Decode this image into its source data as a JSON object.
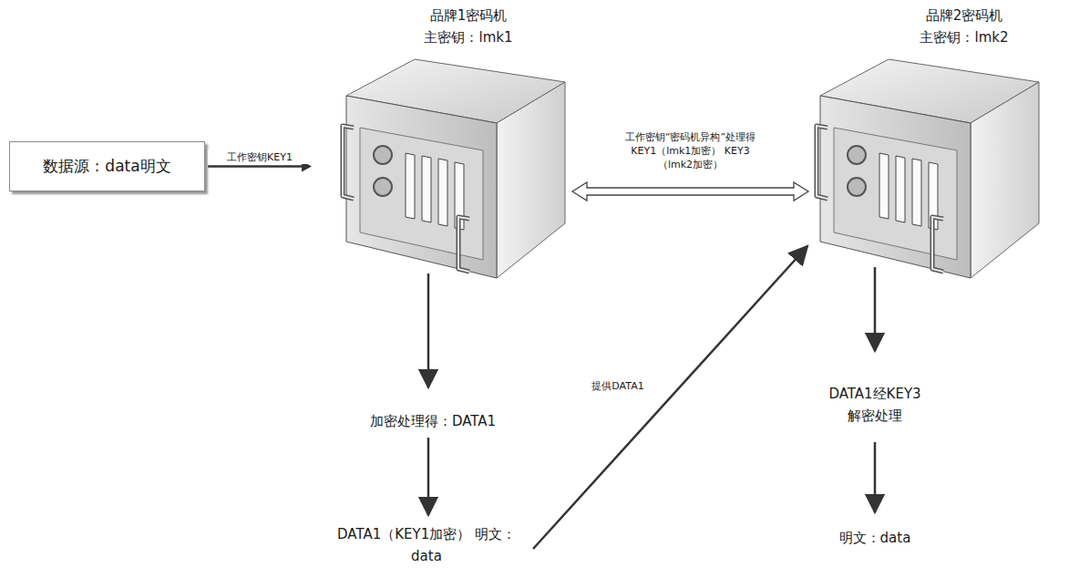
{
  "diagram": {
    "nodes": [
      {
        "text": [
          "数据源：data明文"
        ]
      },
      {
        "text": [
          "品牌1密码机",
          "主密钥：lmk1"
        ]
      },
      {
        "text": [
          "品牌2密码机",
          "主密钥：lmk2"
        ]
      }
    ],
    "edges": [
      {
        "from": 0,
        "to": 1,
        "arrow": "to",
        "label": "工作密钥KEY1"
      },
      {
        "from": 1,
        "to": 2,
        "arrow": "both",
        "label": "工作密钥“密码机异构”处理得 KEY1（lmk1加密） KEY3（lmk2加密）"
      }
    ],
    "labels": [
      "加密处理得：DATA1",
      "DATA1（KEY1加密） 明文：data",
      "提供DATA1",
      "DATA1经KEY3 解密处理",
      "明文：data"
    ]
  }
}
